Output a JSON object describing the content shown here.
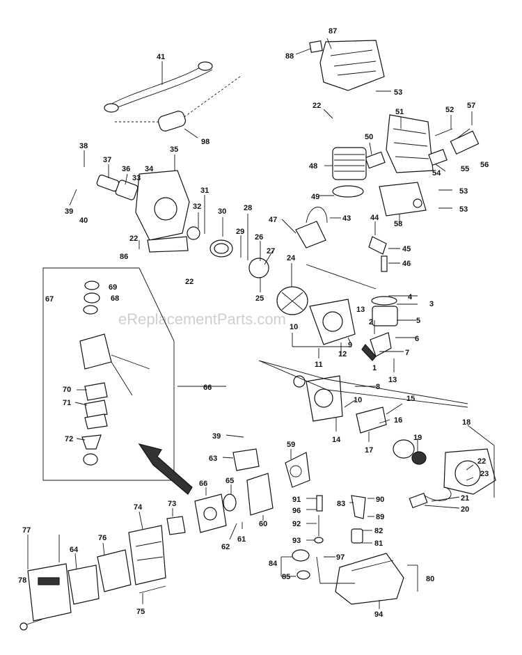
{
  "watermark": "eReplacementParts.com",
  "part_numbers": [
    "41",
    "87",
    "88",
    "53",
    "98",
    "22",
    "52",
    "57",
    "51",
    "50",
    "38",
    "35",
    "37",
    "36",
    "34",
    "33",
    "48",
    "56",
    "55",
    "54",
    "53",
    "49",
    "53",
    "31",
    "32",
    "30",
    "39",
    "40",
    "28",
    "58",
    "43",
    "47",
    "44",
    "45",
    "46",
    "22",
    "29",
    "26",
    "27",
    "86",
    "22",
    "24",
    "25",
    "69",
    "67",
    "68",
    "4",
    "3",
    "5",
    "6",
    "7",
    "2",
    "13",
    "1",
    "10",
    "9",
    "11",
    "12",
    "13",
    "8",
    "66",
    "15",
    "16",
    "10",
    "14",
    "18",
    "17",
    "19",
    "70",
    "71",
    "72",
    "39",
    "63",
    "59",
    "22",
    "23",
    "21",
    "20",
    "66",
    "65",
    "91",
    "90",
    "83",
    "96",
    "89",
    "74",
    "73",
    "92",
    "82",
    "60",
    "61",
    "62",
    "93",
    "81",
    "77",
    "76",
    "64",
    "84",
    "85",
    "97",
    "78",
    "80",
    "75",
    "94"
  ]
}
